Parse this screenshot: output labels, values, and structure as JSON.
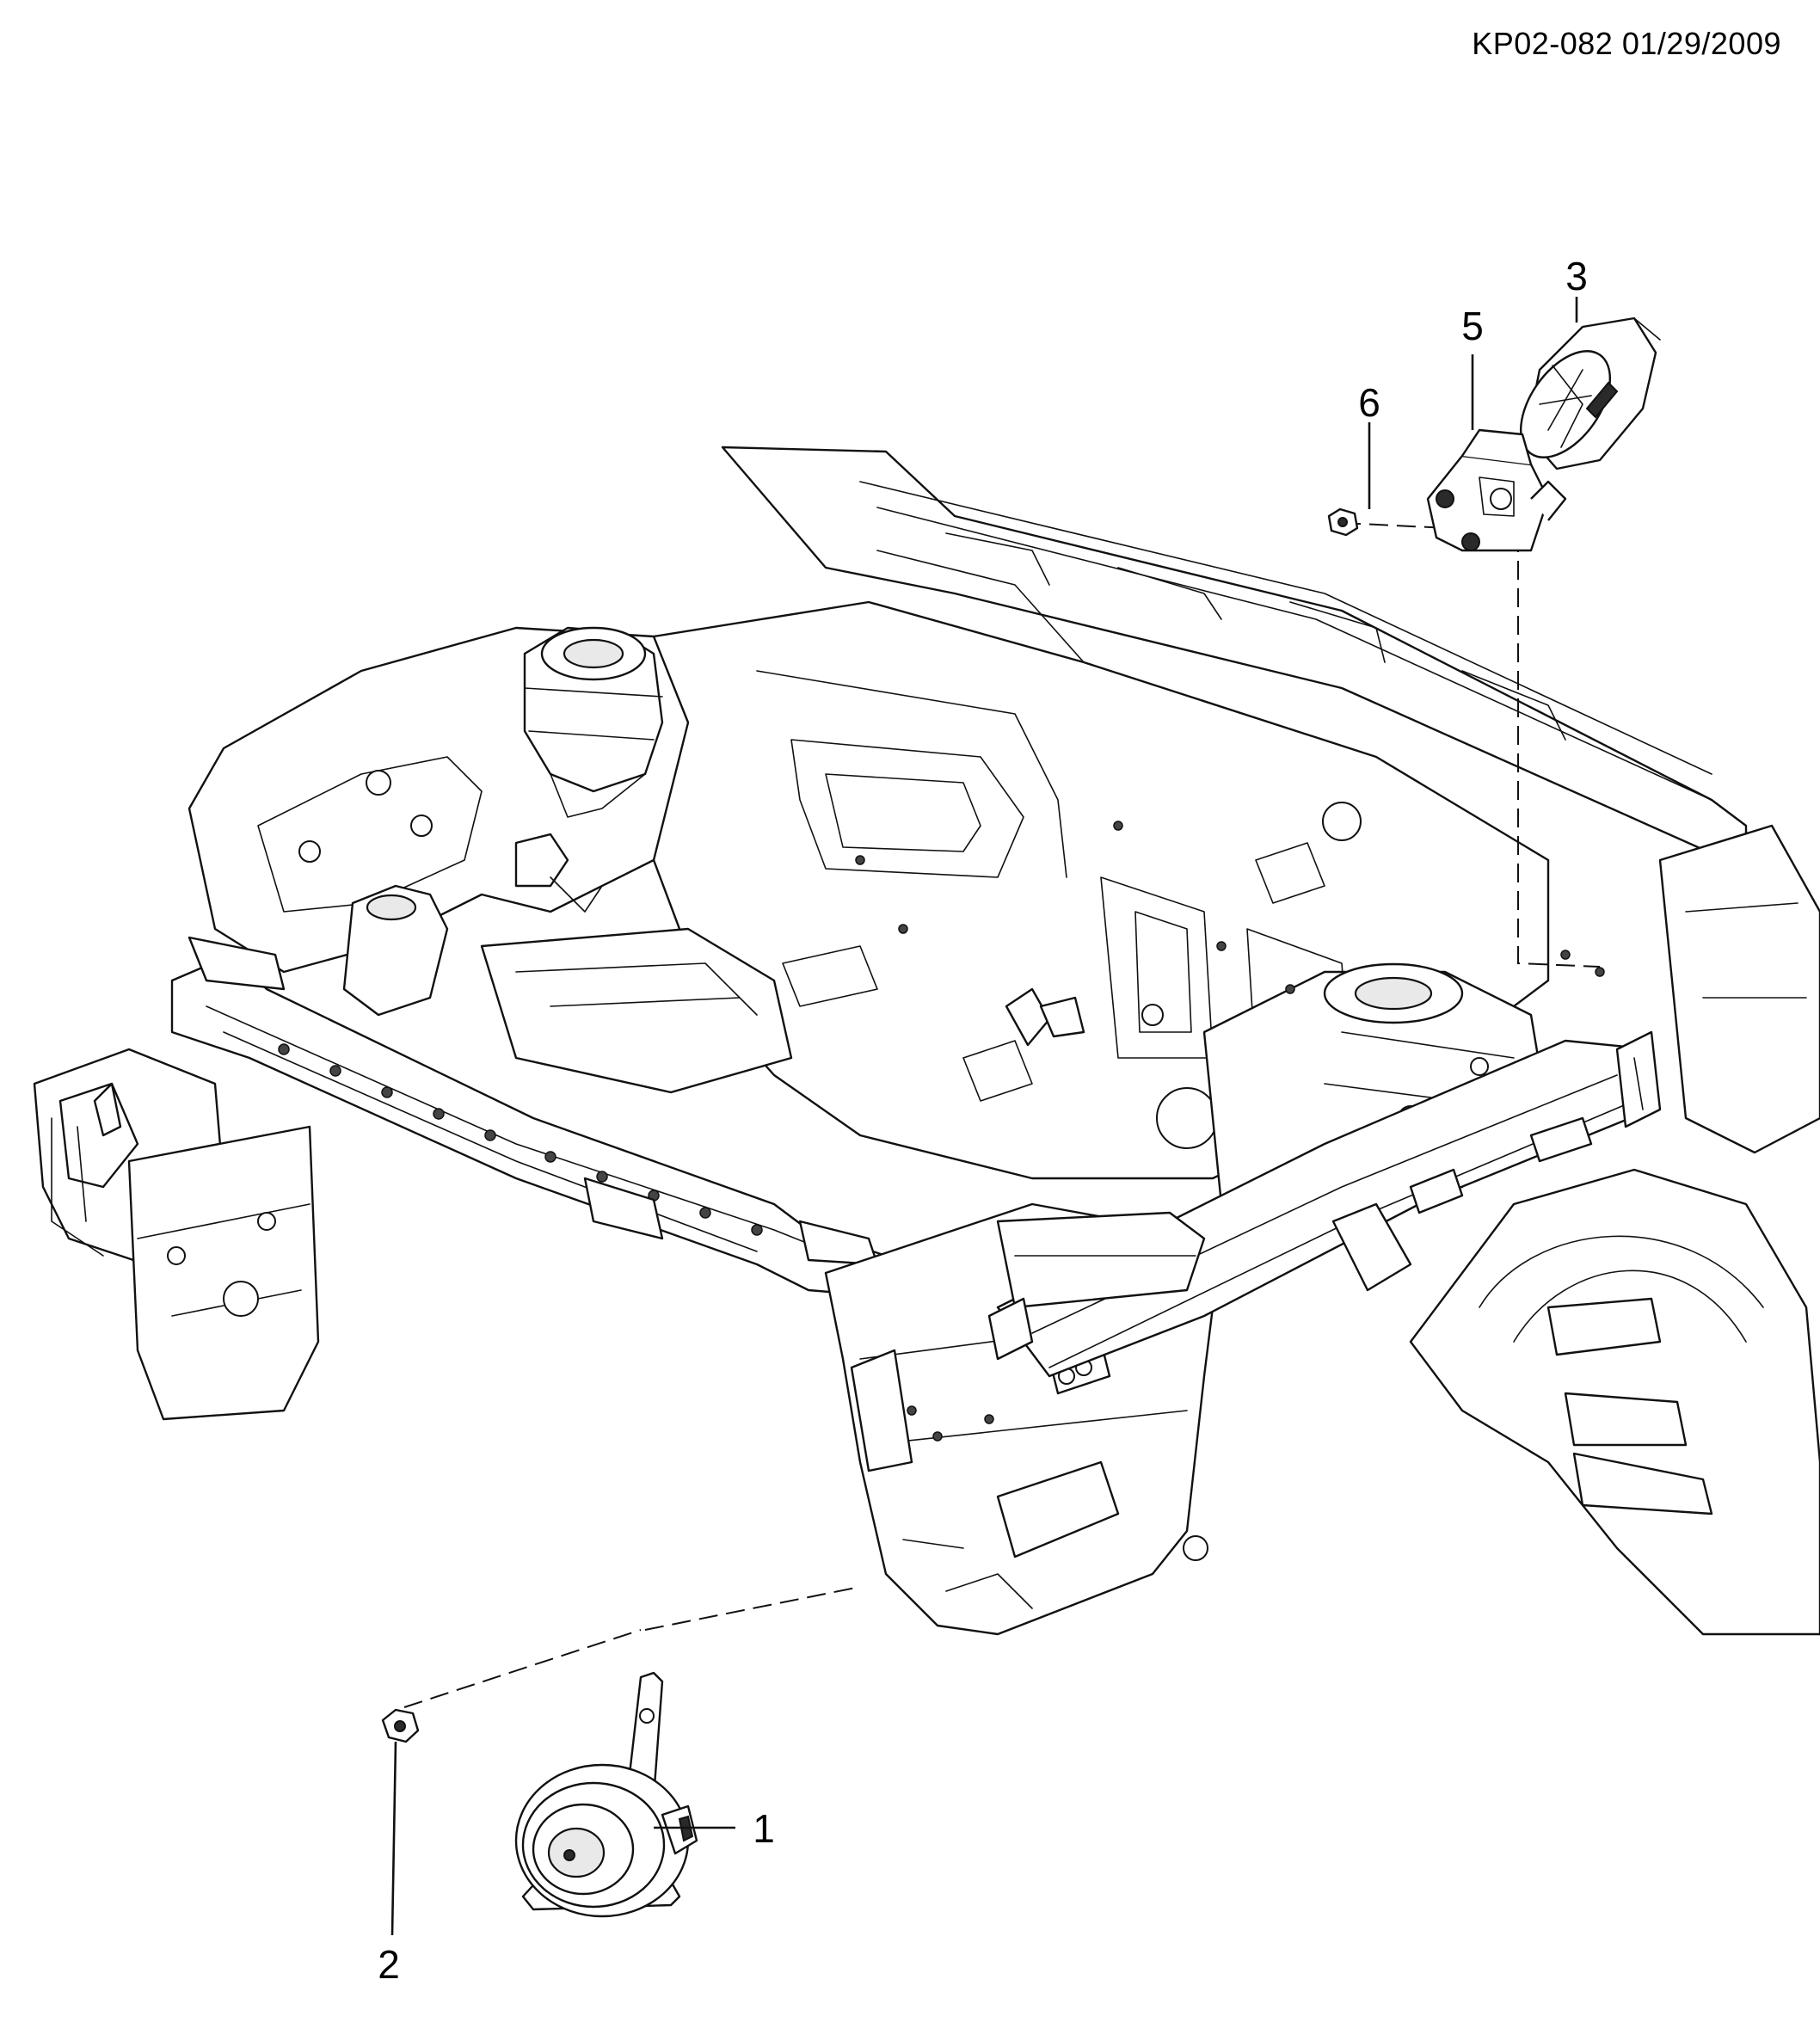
{
  "diagram": {
    "header_code": "KP02-082 01/29/2009",
    "callouts": [
      {
        "id": "callout-1",
        "label": "1"
      },
      {
        "id": "callout-2",
        "label": "2"
      },
      {
        "id": "callout-3",
        "label": "3"
      },
      {
        "id": "callout-5",
        "label": "5"
      },
      {
        "id": "callout-6",
        "label": "6"
      }
    ],
    "parts": [
      {
        "callout": "1",
        "name": "horn-assembly"
      },
      {
        "callout": "2",
        "name": "nut"
      },
      {
        "callout": "3",
        "name": "horn-cover"
      },
      {
        "callout": "5",
        "name": "mounting-bracket"
      },
      {
        "callout": "6",
        "name": "nut"
      }
    ],
    "line_color": "#111111",
    "background": "#ffffff"
  }
}
